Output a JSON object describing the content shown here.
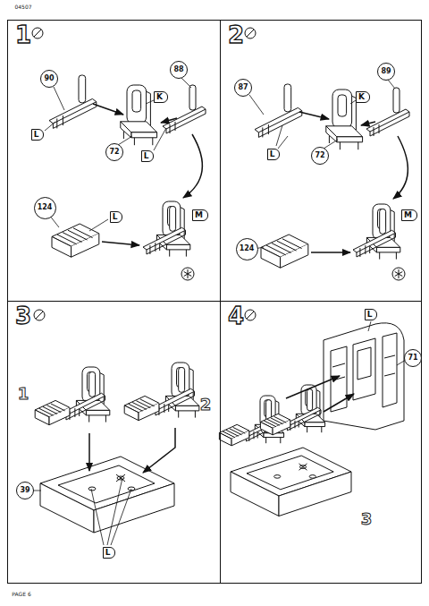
{
  "diagram": {
    "nodes": [
      {
        "text": [
          "1"
        ]
      },
      {
        "text": [
          "2"
        ]
      },
      {
        "text": [
          "3"
        ]
      },
      {
        "text": [
          "4"
        ]
      }
    ],
    "labels": [
      "04507",
      "90",
      "L",
      "88",
      "K",
      "72",
      "L",
      "124",
      "L",
      "M",
      "87",
      "K",
      "89",
      "72",
      "L",
      "M",
      "124",
      "1",
      "2",
      "39",
      "L",
      "L",
      "71",
      "3",
      "PAGE 6"
    ]
  }
}
